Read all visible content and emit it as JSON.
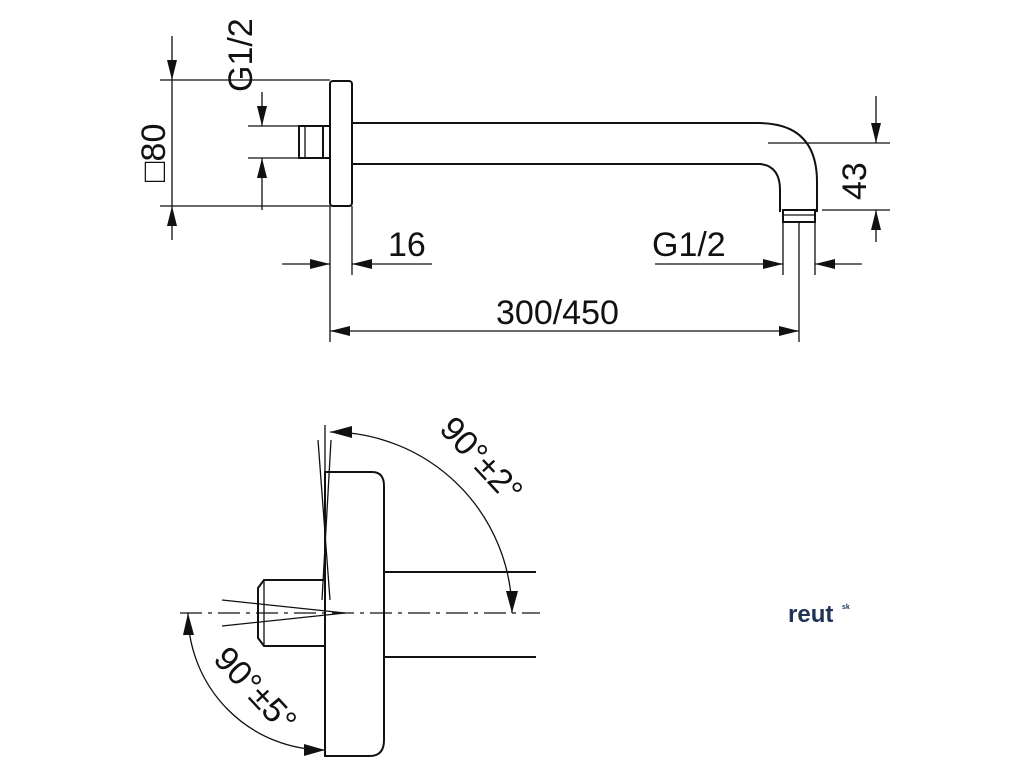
{
  "top_view": {
    "dim_thread_left": "G1/2",
    "dim_flange_size": "□80",
    "dim_flange_thickness": "16",
    "dim_thread_outlet": "G1/2",
    "dim_drop_height": "43",
    "dim_arm_length": "300/450"
  },
  "side_view": {
    "angle_wall": "90°±2°",
    "angle_thread": "90°±5°"
  },
  "logo": {
    "text": "reut",
    "superscript": "sk",
    "color": "#1f3354"
  }
}
